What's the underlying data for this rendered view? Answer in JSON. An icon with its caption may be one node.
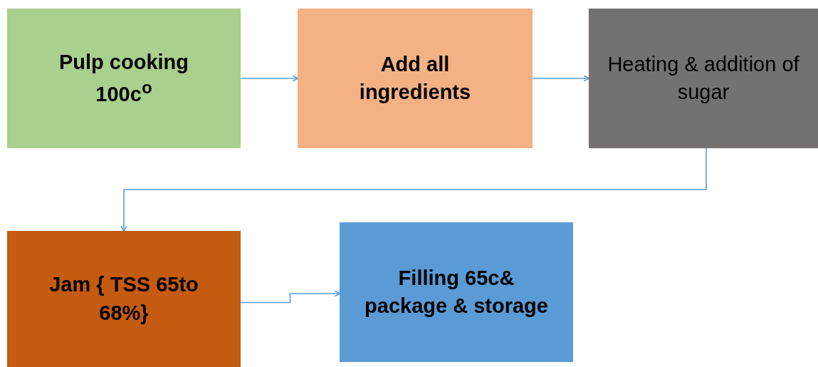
{
  "diagram": {
    "nodes": [
      {
        "text": [
          "Pulp cooking 100c$^{o}$"
        ]
      },
      {
        "text": [
          "Add all ingredients"
        ]
      },
      {
        "text": [
          "Heating & addition of sugar"
        ]
      },
      {
        "text": [
          "Jam { TSS 65to 68%}"
        ]
      },
      {
        "text": [
          "Filling 65c& package & storage"
        ]
      }
    ],
    "edges": [
      {
        "from": 0,
        "to": 1,
        "arrow": "to"
      },
      {
        "from": 1,
        "to": 2,
        "arrow": "to"
      },
      {
        "from": 2,
        "to": 3,
        "arrow": "to"
      },
      {
        "from": 3,
        "to": 4,
        "arrow": "to"
      }
    ]
  }
}
